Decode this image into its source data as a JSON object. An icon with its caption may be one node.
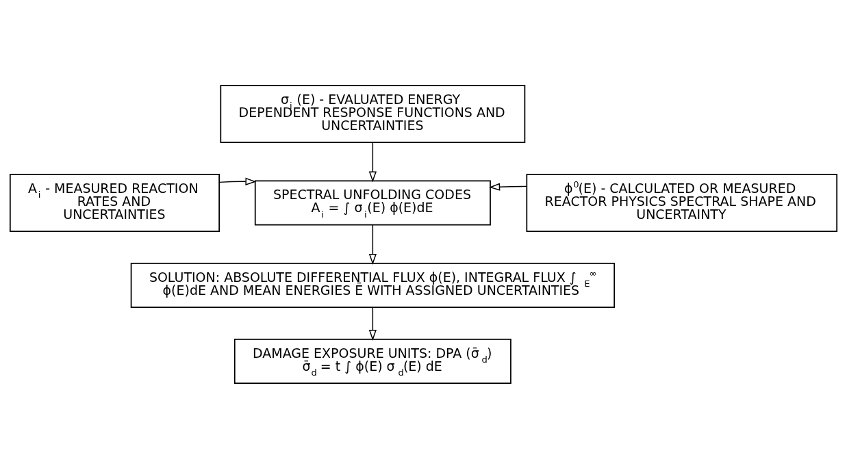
{
  "diagram": {
    "nodes": [
      {
        "text": [
          "σ$_{i}$ (E) - EVALUATED ENERGY DEPENDENT RESPONSE FUNCTIONS AND UNCERTAINTIES"
        ]
      },
      {
        "text": [
          "A$_{i}$ - MEASURED REACTION RATES AND UNCERTAINTIES"
        ]
      },
      {
        "text": [
          "SPECTRAL UNFOLDING CODES",
          "A$_{i}$ = ∫ σ$_{i}$(E) ϕ(E)dE"
        ]
      },
      {
        "text": [
          "ϕ$^{0}$(E) - CALCULATED OR MEASURED REACTOR PHYSICS SPECTRAL SHAPE AND UNCERTAINTY"
        ]
      },
      {
        "text": [
          "SOLUTION: ABSOLUTE DIFFERENTIAL FLUX ϕ(E), INTEGRAL FLUX ∫$_{E}$$^{∞}$ ϕ(E)dE AND MEAN ENERGIES Ē WITH ASSIGNED UNCERTAINTIES"
        ]
      },
      {
        "text": [
          "DAMAGE EXPOSURE UNITS: DPA (σ̄$_{d}$)",
          "σ̄$_{d}$ = t ∫ ϕ(E) σ$_{d}$(E) dE"
        ]
      }
    ],
    "edges": [
      {
        "from": 0,
        "to": 2,
        "arrow": "to"
      },
      {
        "from": 1,
        "to": 2,
        "arrow": "to"
      },
      {
        "from": 3,
        "to": 2,
        "arrow": "to"
      },
      {
        "from": 2,
        "to": 4,
        "arrow": "to"
      },
      {
        "from": 4,
        "to": 5,
        "arrow": "to"
      }
    ]
  }
}
